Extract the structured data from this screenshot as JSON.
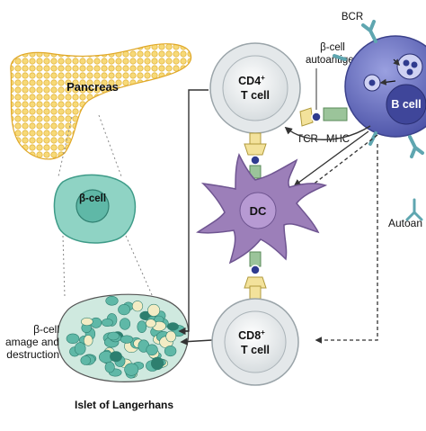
{
  "labels": {
    "pancreas": "Pancreas",
    "beta_cell": "β-cell",
    "cd4_line1": "CD4",
    "cd4_sup": "+",
    "cd4_line2": "T cell",
    "cd8_line1": "CD8",
    "cd8_sup": "+",
    "cd8_line2": "T cell",
    "dc": "DC",
    "b_cell": "B cell",
    "bcr": "BCR",
    "autoantigen_line1": "β-cell",
    "autoantigen_line2": "autoantigen",
    "tcr": "TCR",
    "mhc": "MHC",
    "autoantibody_partial": "Autoan",
    "damage_line1": "β-cell",
    "damage_line2": "amage and",
    "damage_line3": "destruction",
    "islet": "Islet of Langerhans"
  },
  "colors": {
    "pancreas": "#f5cd5a",
    "pancreas_edge": "#e0a92a",
    "t_cell_outer": "#e6eaec",
    "t_cell_inner": "#c8d0d4",
    "dc": "#9c7fb9",
    "dc_edge": "#6f5591",
    "b_cell": "#5b62b5",
    "b_cell_light": "#8d93d6",
    "beta_cell": "#5fb8a7",
    "islet_bg": "#cfe9df",
    "receptor": "#f3e29b",
    "mhc": "#9bc49a",
    "antibody": "#5fa6b0",
    "arrow": "#333333"
  }
}
